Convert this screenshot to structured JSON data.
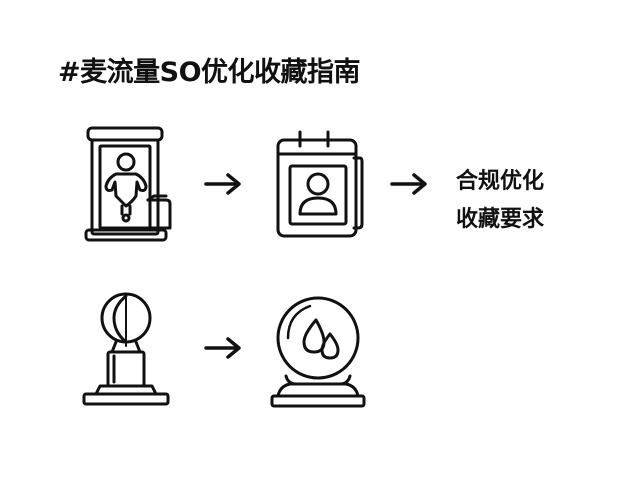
{
  "title": "#麦流量SO优化收藏指南",
  "caption": {
    "line1": "合规优化",
    "line2": "收藏要求"
  },
  "icons": {
    "row1_left": "phone-booth-figure-icon",
    "row1_middle": "calendar-contact-icon",
    "row2_left": "desk-lamp-icon",
    "row2_right": "crystal-ball-droplet-icon",
    "arrow": "arrow-right-icon"
  },
  "colors": {
    "stroke": "#111111",
    "background": "#ffffff"
  }
}
